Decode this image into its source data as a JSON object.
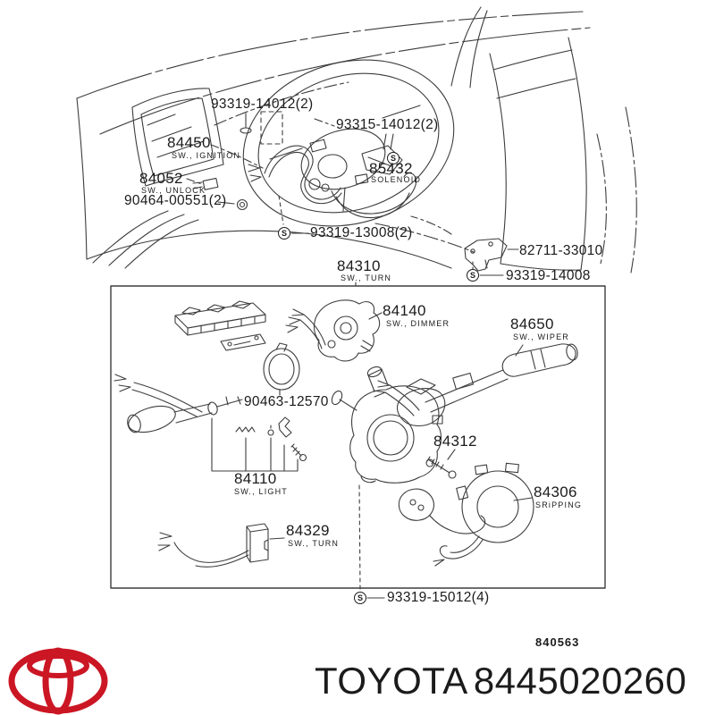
{
  "s_marker": "S",
  "colors": {
    "toyota_red": "#cb1624",
    "line": "#3d3d3d",
    "ink": "#1b1b1b"
  },
  "top_diagram": {
    "fastener_top": "93319-14012(2)",
    "ignition_switch": {
      "num": "84450",
      "sub": "SW., IGNITION"
    },
    "fastener_wheel": "93315-14012(2)",
    "solenoid": {
      "num": "85432",
      "sub": "SOLENOID"
    },
    "unlock_switch": {
      "num": "84052",
      "sub": "SW., UNLOCK"
    },
    "grommet": "90464-00551(2)",
    "fastener_column": "93319-13008(2)",
    "bracket": "82711-33010",
    "fastener_bracket": "93319-14008"
  },
  "parts_box": {
    "turn_switch_assy": {
      "num": "84310",
      "sub": "SW., TURN"
    },
    "dimmer_switch": {
      "num": "84140",
      "sub": "SW., DIMMER"
    },
    "wiper_switch": {
      "num": "84650",
      "sub": "SW., WIPER"
    },
    "clamp_ring": "90463-12570",
    "light_switch": {
      "num": "84110",
      "sub": "SW., LIGHT"
    },
    "screw": "84312",
    "spiral_cable": {
      "num": "84306",
      "sub": "SRiPPING"
    },
    "flasher_relay": {
      "num": "84329",
      "sub": "SW., TURN"
    },
    "fastener_box": "93319-15012(4)"
  },
  "footer": {
    "figure_code": "840563",
    "brand": "TOYOTA",
    "part_number": "8445020260"
  }
}
